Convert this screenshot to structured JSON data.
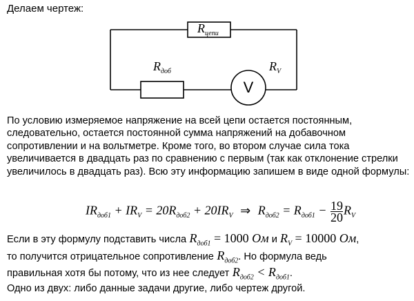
{
  "heading": "Делаем чертеж:",
  "diagram": {
    "r_chain": "R",
    "r_chain_sub": "цепи",
    "r_add": "R",
    "r_add_sub": "доб",
    "voltmeter": "V",
    "r_v": "R",
    "r_v_sub": "V"
  },
  "paragraph": "По условию измеряемое напряжение на всей цепи остается постоянным, следовательно, остается постоянной сумма напряжений на добавочном сопротивлении и на вольтметре. Кроме того, во втором случае сила тока увеличивается в двадцать раз по сравнению с первым (так как отклонение стрелки увеличилось в двадцать раз). Всю эту информацию запишем в виде одной формулы:",
  "formula": {
    "lhs1": "IR",
    "lhs1_sub": "доб1",
    "plus1": " + IR",
    "lhs2_sub": "V",
    "eq": " = 20R",
    "rhs1_sub": "доб2",
    "rhs2": " + 20IR",
    "rhs2_sub": "V",
    "arrow": "⇒",
    "res_r": "R",
    "res_r_sub": "доб2",
    "res_eq": " = R",
    "res_eq_sub": "доб1",
    "minus": " − ",
    "frac_num": "19",
    "frac_den": "20",
    "res_tail": "R",
    "res_tail_sub": "V"
  },
  "line2": {
    "text_before": "Если в эту формулу подставить числа",
    "r1": "R",
    "r1_sub": "доб1",
    "r1_value": " = 1000 ",
    "unit1": "Ом",
    "and": " и ",
    "r2": "R",
    "r2_sub": "V",
    "r2_value": " = 10000 ",
    "unit2": "Ом",
    "comma": ","
  },
  "line3": {
    "text_before": "то получится отрицательное сопротивление",
    "r": "R",
    "r_sub": "доб2",
    "text_after": ". Но формула ведь"
  },
  "line4": {
    "text_before": "правильная хотя бы потому, что из нее следует",
    "r_a": "R",
    "r_a_sub": "доб2",
    "lt": " < R",
    "r_b_sub": "доб1",
    "dot": "."
  },
  "line5": "Одно из двух: либо данные задачи другие, либо чертеж другой."
}
